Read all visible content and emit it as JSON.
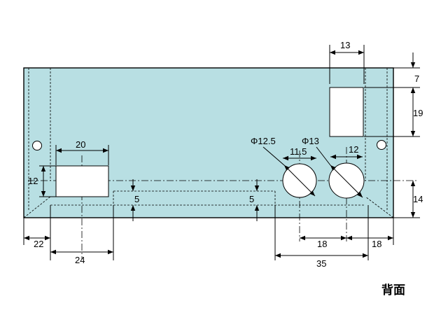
{
  "title": "背面",
  "dimensions": {
    "top_width": "13",
    "top_offset": "7",
    "top_height": "19",
    "rect_width": "20",
    "rect_height": "12",
    "hole1_diameter": "Φ12.5",
    "hole2_diameter": "Φ13",
    "hole_inner_width": "11.5",
    "hole_spacing_inner": "12",
    "left_inset_a": "5",
    "left_inset_b": "5",
    "bottom_height": "14",
    "left_offset": "22",
    "rect_offset": "24",
    "hole_span": "18",
    "right_offset": "18",
    "slot_width": "35"
  },
  "colors": {
    "panel_fill": "#b8dfe3",
    "line": "#000000"
  }
}
